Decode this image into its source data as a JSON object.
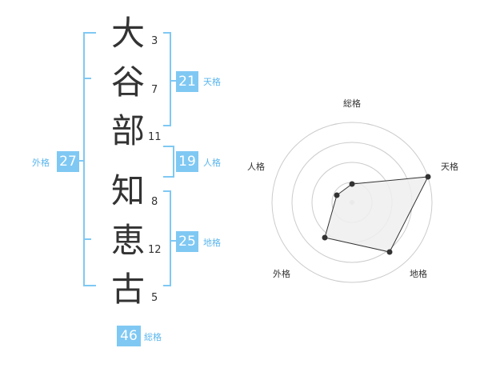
{
  "name_chars": [
    {
      "char": "大",
      "strokes": "3"
    },
    {
      "char": "谷",
      "strokes": "7"
    },
    {
      "char": "部",
      "strokes": "11"
    },
    {
      "char": "知",
      "strokes": "8"
    },
    {
      "char": "恵",
      "strokes": "12"
    },
    {
      "char": "古",
      "strokes": "5"
    }
  ],
  "scores": {
    "tenkaku": {
      "value": "21",
      "label": "天格"
    },
    "jinkaku": {
      "value": "19",
      "label": "人格"
    },
    "chikaku": {
      "value": "25",
      "label": "地格"
    },
    "gaikaku": {
      "value": "27",
      "label": "外格"
    },
    "soukaku": {
      "value": "46",
      "label": "総格"
    }
  },
  "radar": {
    "labels": {
      "top": "総格",
      "right": "天格",
      "bottom_right": "地格",
      "bottom_left": "外格",
      "left": "人格"
    },
    "colors": {
      "fill": "#eeeeee",
      "line": "#333333",
      "grid": "#cccccc",
      "point": "#333333"
    }
  },
  "colors": {
    "accent": "#7fc8f3",
    "label": "#5ab6ee",
    "text": "#333333"
  }
}
